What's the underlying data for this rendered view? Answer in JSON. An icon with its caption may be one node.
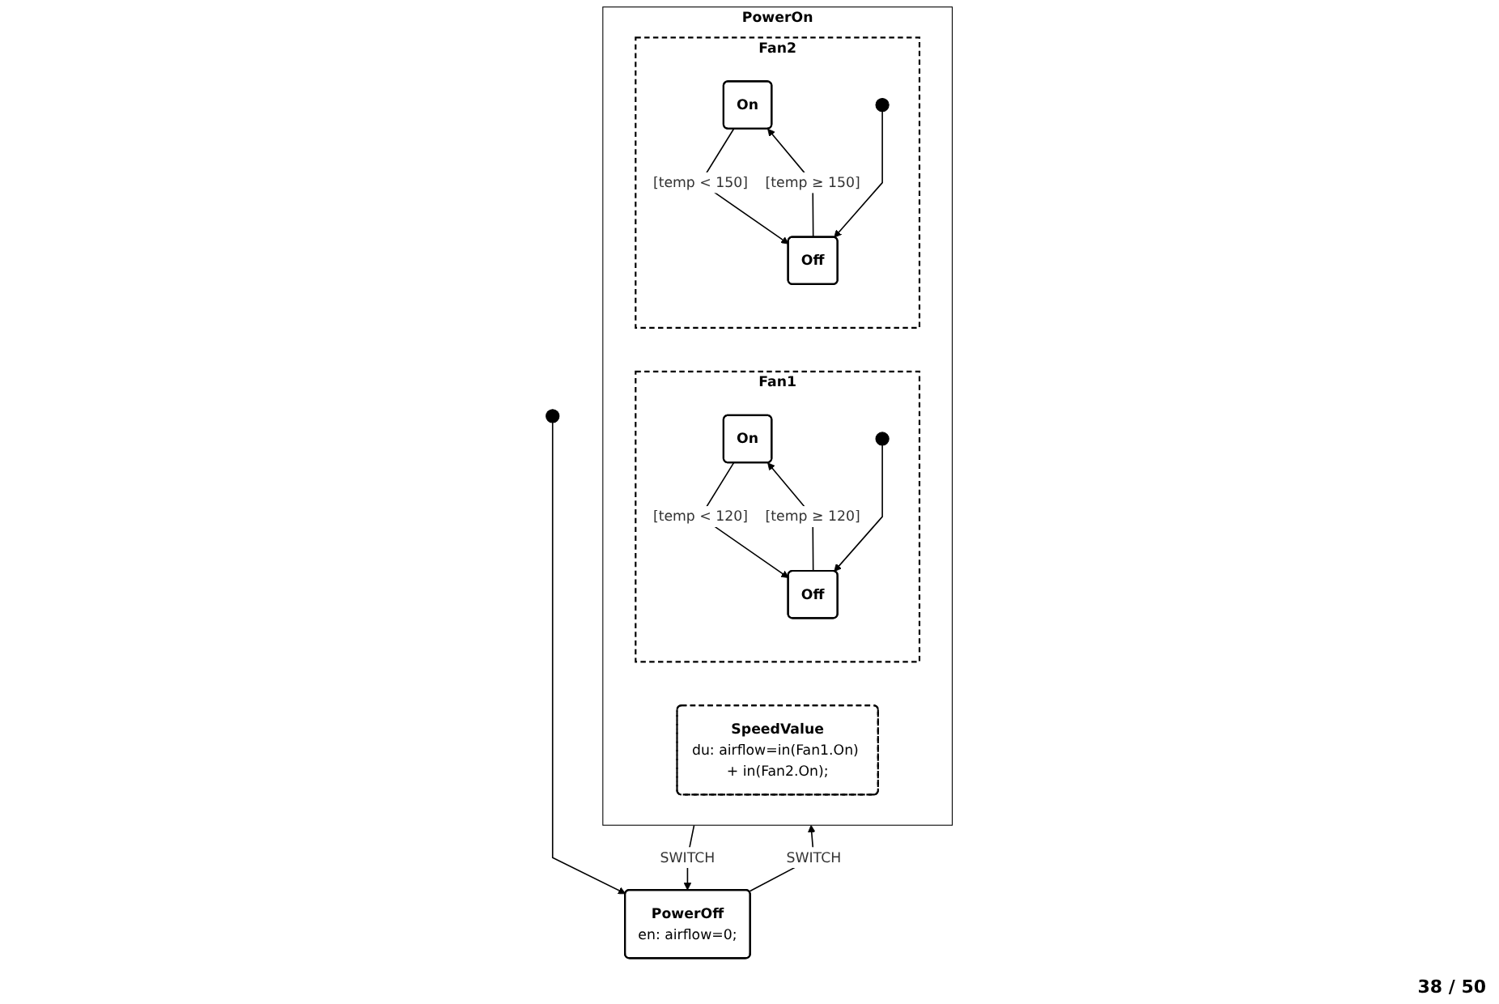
{
  "diagram": {
    "nodes": [
      {
        "text": [
          "PowerOn"
        ]
      },
      {
        "text": [
          "Fan1"
        ],
        "in": 0
      },
      {
        "text": [
          "On"
        ],
        "in": 1
      },
      {
        "text": [
          "Off"
        ],
        "in": 1
      },
      {
        "text": [],
        "shape": "circle",
        "in": 1
      },
      {
        "text": [
          "Fan2"
        ],
        "in": 0
      },
      {
        "text": [
          "On"
        ],
        "in": 5
      },
      {
        "text": [
          "Off"
        ],
        "in": 5
      },
      {
        "text": [],
        "shape": "circle",
        "in": 5
      },
      {
        "text": [
          "SpeedValue",
          "du: airflow=in(Fan1.On) + in(Fan2.On);"
        ],
        "in": 0
      },
      {
        "text": [
          "PowerOff",
          "en: airflow=0;"
        ]
      },
      {
        "text": [],
        "shape": "circle"
      }
    ],
    "edges": [
      {
        "from": 2,
        "to": 3,
        "label": "[temp < 120]",
        "arrow": "to"
      },
      {
        "from": 3,
        "to": 2,
        "label": "[temp ≥ 120]",
        "arrow": "to"
      },
      {
        "from": 4,
        "to": 3,
        "arrow": "to"
      },
      {
        "from": 6,
        "to": 7,
        "label": "[temp < 150]",
        "arrow": "to"
      },
      {
        "from": 7,
        "to": 6,
        "label": "[temp ≥ 150]",
        "arrow": "to"
      },
      {
        "from": 8,
        "to": 7,
        "arrow": "to"
      },
      {
        "from": 0,
        "to": 10,
        "label": "SWITCH",
        "arrow": "to"
      },
      {
        "from": 10,
        "to": 0,
        "label": "SWITCH",
        "arrow": "to"
      },
      {
        "from": 11,
        "to": 10,
        "arrow": "to"
      }
    ],
    "labels": [
      "38 / 50"
    ]
  }
}
